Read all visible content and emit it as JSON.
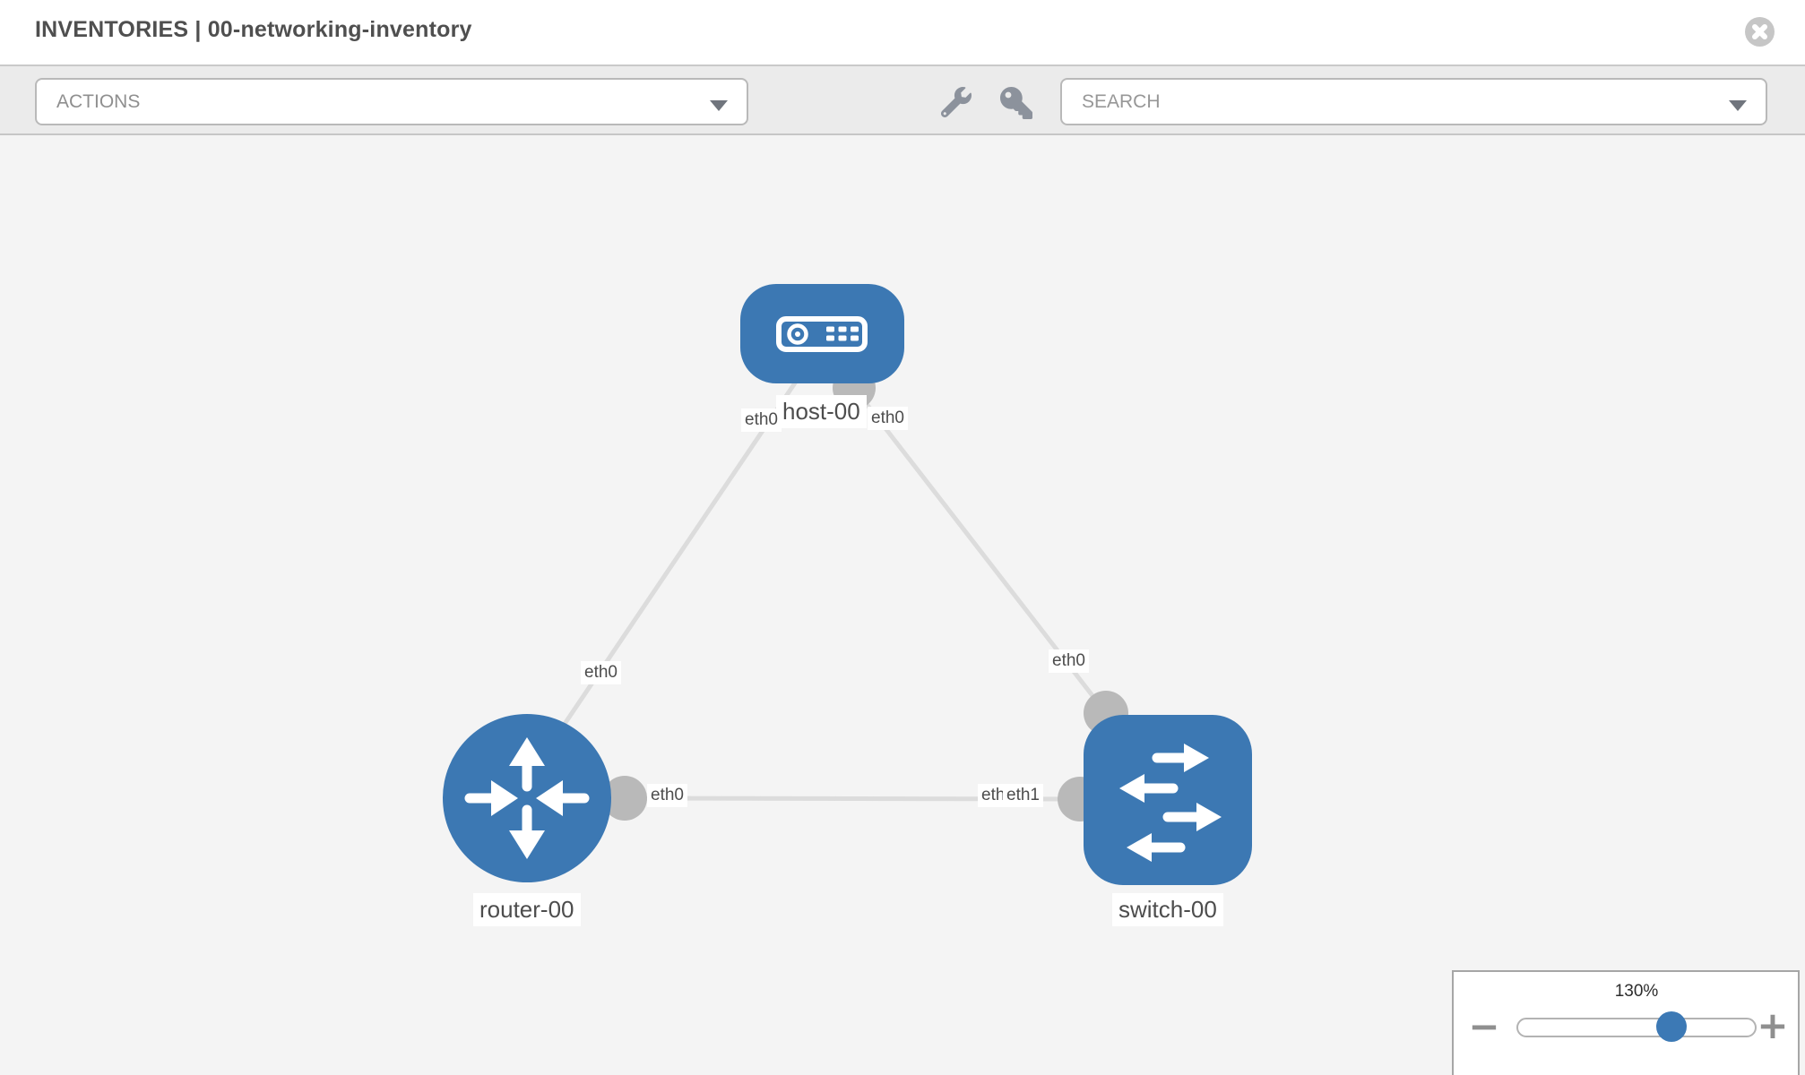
{
  "header": {
    "title": "INVENTORIES | 00-networking-inventory"
  },
  "toolbar": {
    "actions": {
      "label": "ACTIONS"
    },
    "tools": {
      "wrench": "wrench-icon",
      "key": "key-icon"
    },
    "search": {
      "placeholder": "SEARCH"
    }
  },
  "topology": {
    "nodes": [
      {
        "label": "host-00",
        "type": "host"
      },
      {
        "label": "router-00",
        "type": "router"
      },
      {
        "label": "switch-00",
        "type": "switch"
      }
    ],
    "links": [
      {
        "from": "host-00",
        "to": "router-00"
      },
      {
        "from": "host-00",
        "to": "switch-00"
      },
      {
        "from": "router-00",
        "to": "switch-00"
      }
    ],
    "interfaces": {
      "host_left": "eth0",
      "host_right": "eth0",
      "router_top": "eth0",
      "switch_top": "eth0",
      "router_right": "eth0",
      "switch_left_under": "eth0",
      "switch_left_over": "eth1"
    }
  },
  "zoom": {
    "level": "130%",
    "minus": "−",
    "plus": "+"
  },
  "colors": {
    "node_blue": "#3c78b3",
    "link_gray": "#dcdcdc",
    "port_gray": "#b9b9b9",
    "canvas_bg": "#f4f4f4",
    "toolbar_bg": "#ebebeb"
  }
}
